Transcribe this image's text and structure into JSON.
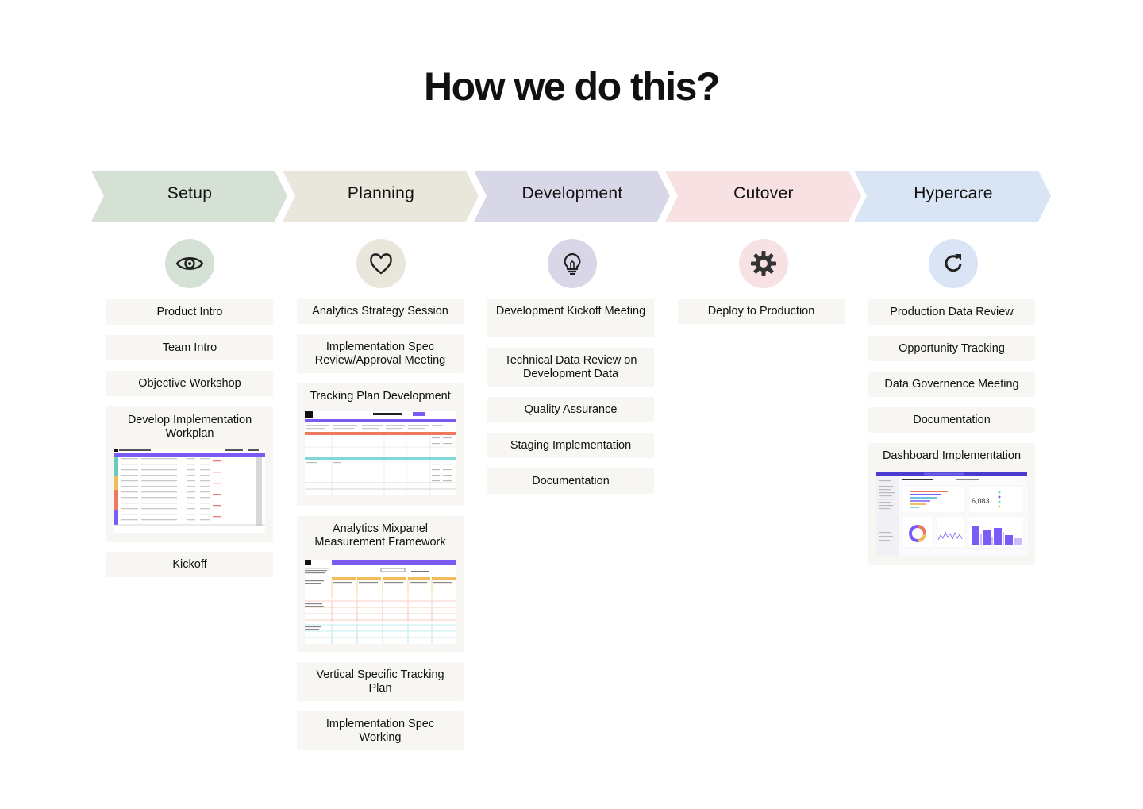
{
  "title": "How we do this?",
  "phases": [
    {
      "name": "Setup",
      "color": "#d5e1d4",
      "icon": "eye-icon",
      "items": [
        {
          "label": "Product Intro"
        },
        {
          "label": "Team Intro"
        },
        {
          "label": "Objective Workshop"
        },
        {
          "label": "Develop Implementation Workplan",
          "thumbnail": "workplan-spreadsheet"
        },
        {
          "label": "Kickoff"
        }
      ]
    },
    {
      "name": "Planning",
      "color": "#e9e6dc",
      "icon": "heart-icon",
      "items": [
        {
          "label": "Analytics Strategy Session"
        },
        {
          "label": "Implementation Spec Review/Approval Meeting"
        },
        {
          "label": "Tracking Plan Development",
          "thumbnail": "tracking-plan-spreadsheet"
        },
        {
          "label": "Analytics Mixpanel Measurement Framework",
          "thumbnail": "measurement-framework-sheet"
        },
        {
          "label": "Vertical Specific Tracking Plan"
        },
        {
          "label": "Implementation Spec Working"
        }
      ]
    },
    {
      "name": "Development",
      "color": "#d8d7e8",
      "icon": "lightbulb-icon",
      "items": [
        {
          "label": "Development Kickoff Meeting"
        },
        {
          "label": "Technical Data Review on Development Data"
        },
        {
          "label": "Quality Assurance"
        },
        {
          "label": "Staging Implementation"
        },
        {
          "label": "Documentation"
        }
      ]
    },
    {
      "name": "Cutover",
      "color": "#f7e1e3",
      "icon": "gear-icon",
      "items": [
        {
          "label": "Deploy to Production"
        }
      ]
    },
    {
      "name": "Hypercare",
      "color": "#d9e5f5",
      "icon": "refresh-icon",
      "items": [
        {
          "label": "Production Data Review"
        },
        {
          "label": "Opportunity Tracking"
        },
        {
          "label": "Data Governence Meeting"
        },
        {
          "label": "Documentation"
        },
        {
          "label": "Dashboard Implementation",
          "thumbnail": "dashboard-screenshot"
        }
      ]
    }
  ]
}
